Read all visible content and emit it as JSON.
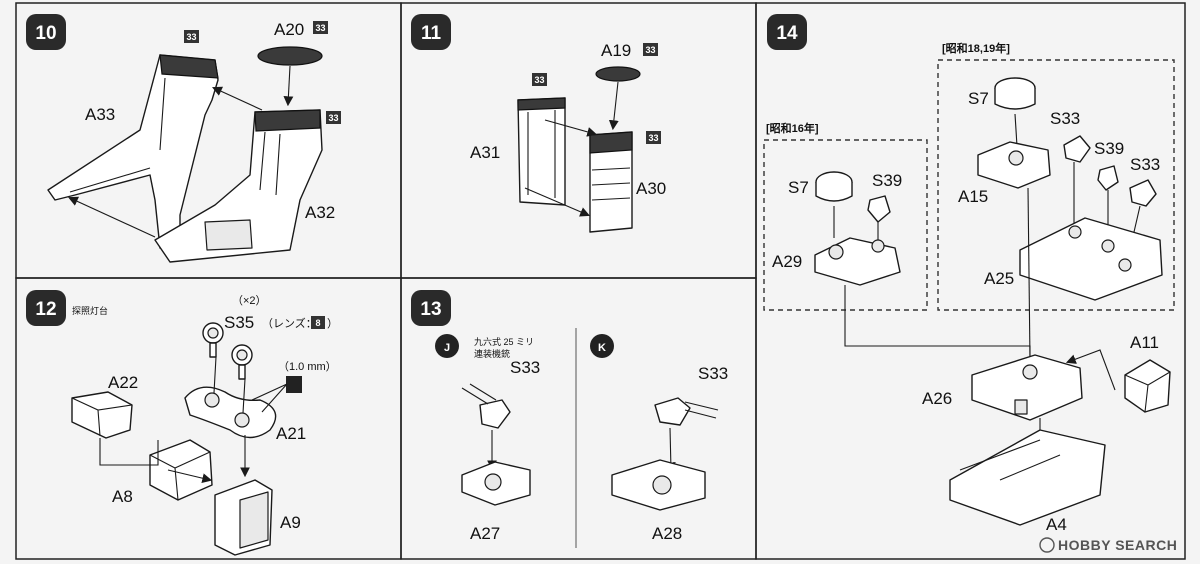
{
  "steps": {
    "s10": {
      "number": "10",
      "labels": {
        "a20": "A20",
        "a33": "A33",
        "a32": "A32"
      },
      "color_code": "33"
    },
    "s11": {
      "number": "11",
      "labels": {
        "a19": "A19",
        "a31": "A31",
        "a30": "A30"
      },
      "color_code": "33"
    },
    "s12": {
      "number": "12",
      "caption": "探照灯台",
      "qty": "（×2）",
      "s35": "S35",
      "lens": "（レンズ：",
      "lens_code": "8",
      "lens_close": "）",
      "thickness": "（1.0 mm）",
      "labels": {
        "a22": "A22",
        "a21": "A21",
        "a8": "A8",
        "a9": "A9"
      }
    },
    "s13": {
      "number": "13",
      "variant_j": {
        "letter": "J",
        "caption1": "九六式 25 ミリ",
        "caption2": "連装機銃",
        "s33": "S33",
        "a27": "A27"
      },
      "variant_k": {
        "letter": "K",
        "s33": "S33",
        "a28": "A28"
      }
    },
    "s14": {
      "number": "14",
      "group_1941": {
        "title": "[昭和16年]",
        "s7": "S7",
        "s39": "S39",
        "a29": "A29"
      },
      "group_1943": {
        "title": "[昭和18,19年]",
        "s7": "S7",
        "s33a": "S33",
        "s39": "S39",
        "s33b": "S33",
        "a15": "A15",
        "a25": "A25"
      },
      "labels": {
        "a11": "A11",
        "a26": "A26",
        "a4": "A4"
      }
    }
  },
  "watermark": "HOBBY SEARCH",
  "colors": {
    "ink": "#1a1a1a",
    "badge": "#333333",
    "paper": "#f4f4f4"
  }
}
